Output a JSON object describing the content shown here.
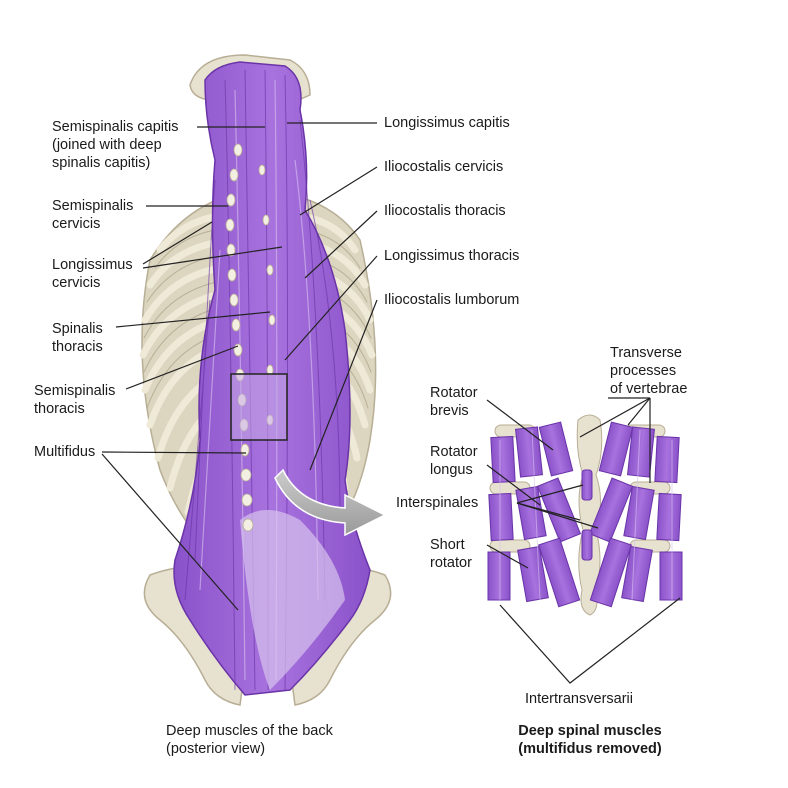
{
  "colors": {
    "muscle": "#9b63d4",
    "muscle_dark": "#6a34a8",
    "muscle_light": "#c9a8ea",
    "bone": "#e7e1cf",
    "bone_edge": "#b8ae95",
    "leader": "#222222"
  },
  "left_labels": {
    "semispinalis_capitis": "Semispinalis capitis\n(joined with deep\nspinalis capitis)",
    "semispinalis_cervicis": "Semispinalis\ncervicis",
    "longissimus_cervicis": "Longissimus\ncervicis",
    "spinalis_thoracis": "Spinalis\nthoracis",
    "semispinalis_thoracis": "Semispinalis\nthoracis",
    "multifidus": "Multifidus"
  },
  "right_labels": {
    "longissimus_capitis": "Longissimus capitis",
    "iliocostalis_cervicis": "Iliocostalis cervicis",
    "iliocostalis_thoracis": "Iliocostalis thoracis",
    "longissimus_thoracis": "Longissimus thoracis",
    "iliocostalis_lumborum": "Iliocostalis lumborum"
  },
  "inset_labels": {
    "transverse_processes": "Transverse\nprocesses\nof vertebrae",
    "rotator_brevis": "Rotator\nbrevis",
    "rotator_longus": "Rotator\nlongus",
    "interspinales": "Interspinales",
    "short_rotator": "Short\nrotator",
    "intertransversarii": "Intertransversarii"
  },
  "captions": {
    "left": "Deep muscles of the back\n(posterior view)",
    "right": "Deep spinal muscles\n(multifidus removed)"
  }
}
